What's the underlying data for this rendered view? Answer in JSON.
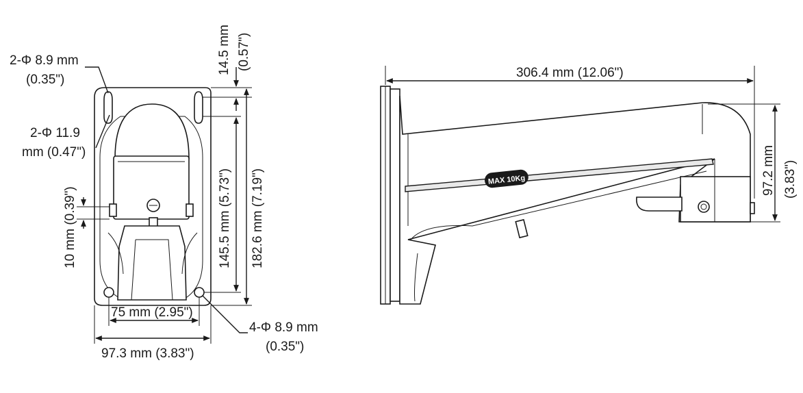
{
  "front_view": {
    "top_hole": {
      "line1": "2-Φ 8.9 mm",
      "line2": "(0.35\")"
    },
    "slot": {
      "line1": "2-Φ 11.9",
      "line2": "mm (0.47\")"
    },
    "top_offset": {
      "line1": "14.5 mm",
      "line2": "(0.57\")"
    },
    "slot_height": "10 mm (0.39\")",
    "hole_spacing_v": "145.5 mm (5.73\")",
    "plate_height": "182.6 mm (7.19\")",
    "hole_spacing_h": "75 mm (2.95\")",
    "plate_width": "97.3 mm (3.83\")",
    "bottom_holes": {
      "line1": "4-Φ 8.9 mm",
      "line2": "(0.35\")"
    }
  },
  "side_view": {
    "length": "306.4 mm (12.06\")",
    "height": "97.2 mm",
    "height_in": "(3.83\")",
    "load_label": "MAX 10Kg"
  }
}
